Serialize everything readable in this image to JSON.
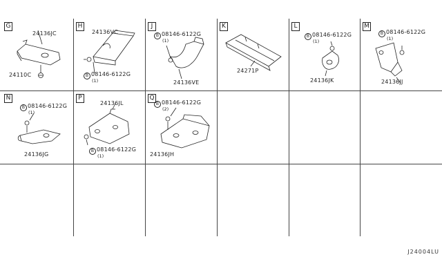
{
  "panels": {
    "G": {
      "letter": "G",
      "parts": [
        "24136JC",
        "24110C"
      ]
    },
    "H": {
      "letter": "H",
      "parts": [
        "24136VC"
      ],
      "bolt": {
        "symbol": "B",
        "number": "08146-6122G",
        "qty": "(1)"
      }
    },
    "J": {
      "letter": "J",
      "parts": [
        "24136VE"
      ],
      "bolt": {
        "symbol": "B",
        "number": "08146-6122G",
        "qty": "(1)"
      }
    },
    "K": {
      "letter": "K",
      "parts": [
        "24271P"
      ]
    },
    "L": {
      "letter": "L",
      "parts": [
        "24136JK"
      ],
      "bolt": {
        "symbol": "B",
        "number": "08146-6122G",
        "qty": "(1)"
      }
    },
    "M": {
      "letter": "M",
      "parts": [
        "24136JJ"
      ],
      "bolt": {
        "symbol": "B",
        "number": "08146-6122G",
        "qty": "(1)"
      }
    },
    "N": {
      "letter": "N",
      "parts": [
        "24136JG"
      ],
      "bolt": {
        "symbol": "B",
        "number": "08146-6122G",
        "qty": "(1)"
      }
    },
    "P": {
      "letter": "P",
      "parts": [
        "24136JL"
      ],
      "bolt": {
        "symbol": "B",
        "number": "08146-6122G",
        "qty": "(1)"
      }
    },
    "Q": {
      "letter": "Q",
      "parts": [
        "24136JH"
      ],
      "bolt": {
        "symbol": "B",
        "number": "08146-6122G",
        "qty": "(2)"
      }
    }
  },
  "catalog_code": "J24004LU"
}
